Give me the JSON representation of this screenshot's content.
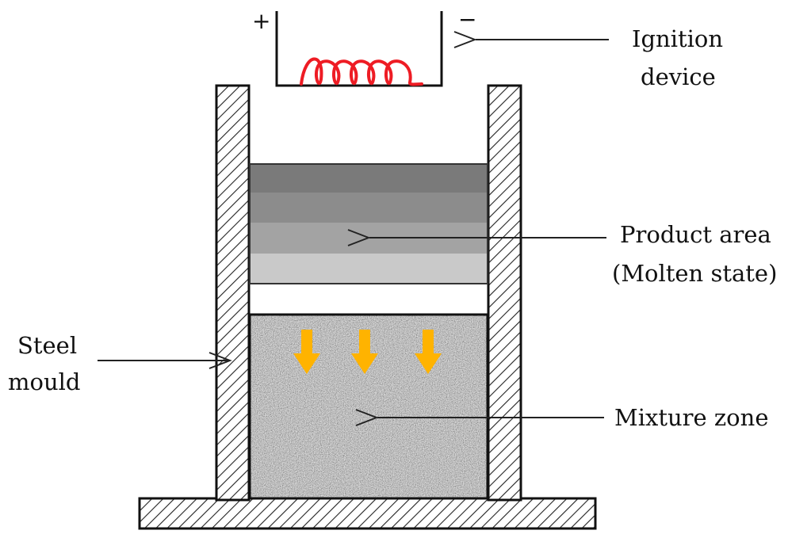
{
  "ignition": {
    "plus": "+",
    "minus": "−",
    "label_line1": "Ignition",
    "label_line2": "device"
  },
  "product": {
    "label_line1": "Product area",
    "label_line2": "(Molten state)"
  },
  "mould": {
    "label_line1": "Steel",
    "label_line2": "mould"
  },
  "mixture": {
    "label": "Mixture zone"
  },
  "colors": {
    "coil": "#ee1c24",
    "arrows": "#ffb300",
    "product_bands": [
      "#7a7a7a",
      "#8c8c8c",
      "#a3a3a3",
      "#c9c9c9"
    ]
  }
}
